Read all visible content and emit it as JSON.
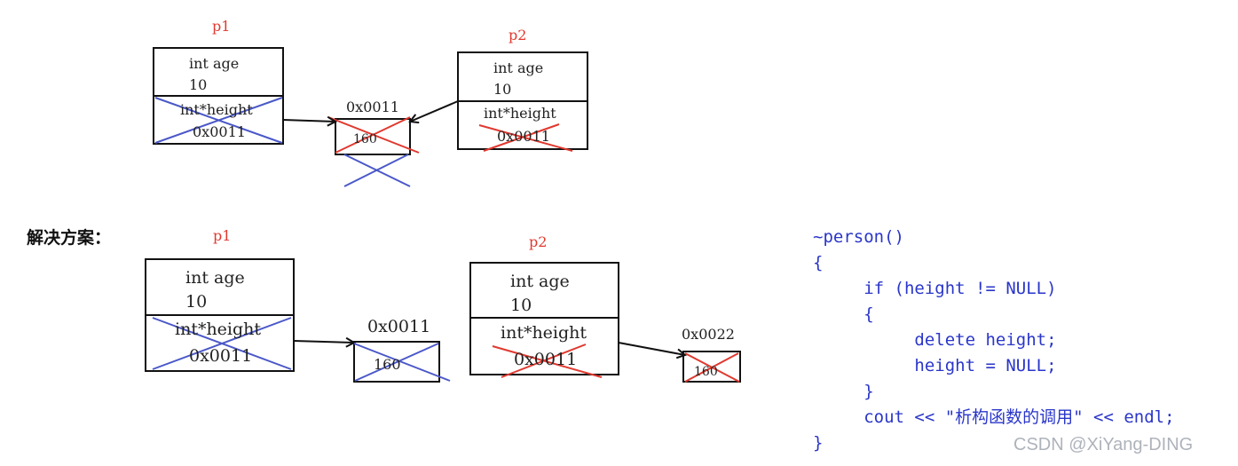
{
  "top": {
    "p1_label": "p1",
    "p2_label": "p2",
    "p1_box": {
      "age_label": "int age",
      "age_value": "10",
      "ptr_label": "int*height",
      "ptr_value": "0x0011"
    },
    "p2_box": {
      "age_label": "int age",
      "age_value": "10",
      "ptr_label": "int*height",
      "ptr_value": "0x0011"
    },
    "heap_addr": "0x0011",
    "heap_value": "160"
  },
  "bottom": {
    "heading": "解决方案：",
    "p1_label": "p1",
    "p2_label": "p2",
    "p1_box": {
      "age_label": "int age",
      "age_value": "10",
      "ptr_label": "int*height",
      "ptr_value": "0x0011"
    },
    "p2_box": {
      "age_label": "int age",
      "age_value": "10",
      "ptr_label": "int*height",
      "ptr_value": "0x0011"
    },
    "heap1_addr": "0x0011",
    "heap1_value": "160",
    "heap2_addr": "0x0022",
    "heap2_value": "160"
  },
  "code": {
    "lines": [
      "~person()",
      "{",
      "     if (height != NULL)",
      "     {",
      "          delete height;",
      "          height = NULL;",
      "     }",
      "     cout << \"析构函数的调用\" << endl;",
      "}"
    ]
  },
  "watermark": "CSDN @XiYang-DING",
  "colors": {
    "red": "#e0392f",
    "blue": "#4a58c8",
    "code_blue": "#2a36c9",
    "black": "#111111"
  }
}
